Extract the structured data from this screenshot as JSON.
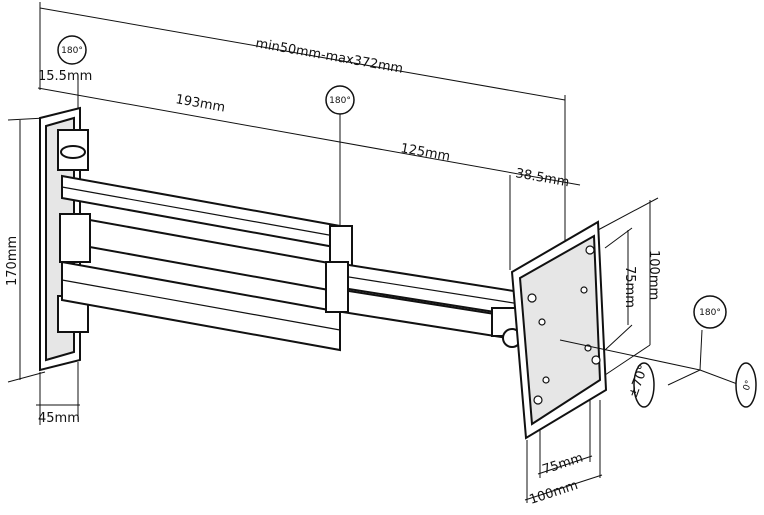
{
  "dimensions": {
    "total_extension": "min50mm-max372mm",
    "wall_offset": "15.5mm",
    "arm_first": "193mm",
    "arm_second": "125mm",
    "head_depth": "38.5mm",
    "wall_plate_height": "170mm",
    "wall_plate_width": "45mm",
    "vesa_outer_vertical": "100mm",
    "vesa_inner_vertical": "75mm",
    "vesa_inner_horizontal": "75mm",
    "vesa_outer_horizontal": "100mm"
  },
  "rotations": {
    "wall_swivel": "180°",
    "elbow_swivel": "180°",
    "screen_rotate": "180°",
    "tilt": "±70°",
    "level": "0°"
  },
  "colors": {
    "line": "#111111",
    "background": "#ffffff",
    "shade": "#e6e6e6"
  }
}
